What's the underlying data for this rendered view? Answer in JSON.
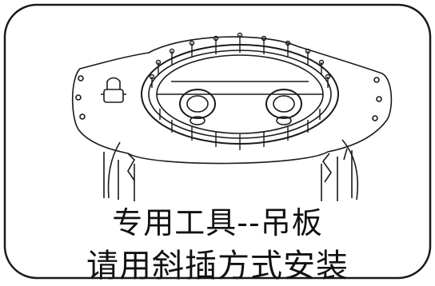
{
  "caption": {
    "line1": "专用工具--吊板",
    "line2": "请用斜插方式安装"
  },
  "colors": {
    "stroke": "#1a1a1a",
    "background": "#ffffff"
  },
  "icons": {
    "illustration": "lifting-plate-drawing"
  }
}
